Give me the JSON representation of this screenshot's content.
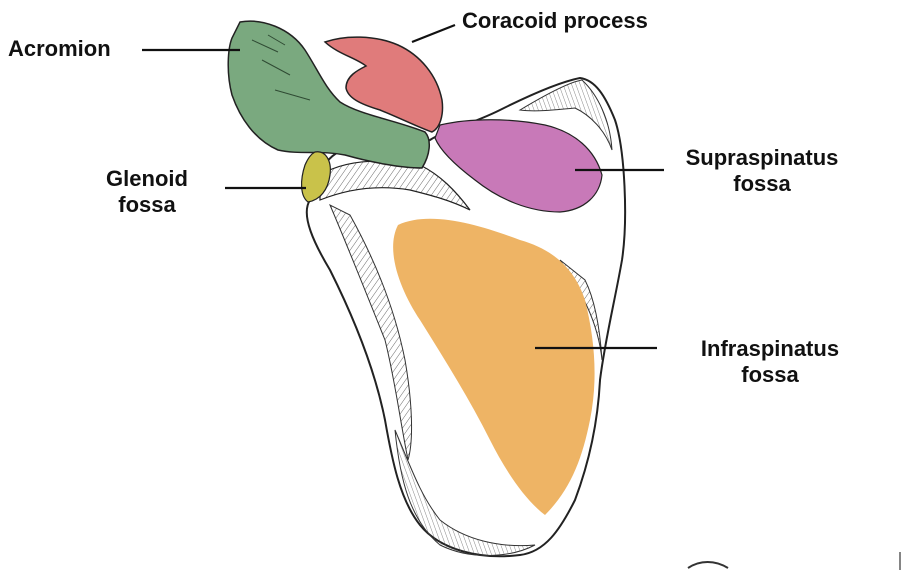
{
  "labels": {
    "acromion": "Acromion",
    "coracoid": "Coracoid process",
    "glenoid_line1": "Glenoid",
    "glenoid_line2": "fossa",
    "supraspinatus_line1": "Supraspinatus",
    "supraspinatus_line2": "fossa",
    "infraspinatus_line1": "Infraspinatus",
    "infraspinatus_line2": "fossa"
  },
  "colors": {
    "acromion": "#7aa97f",
    "coracoid": "#e07b7b",
    "glenoid": "#c9c24a",
    "supraspinatus": "#c879b8",
    "infraspinatus": "#eeb465",
    "outline": "#222222",
    "leader": "#111111"
  }
}
